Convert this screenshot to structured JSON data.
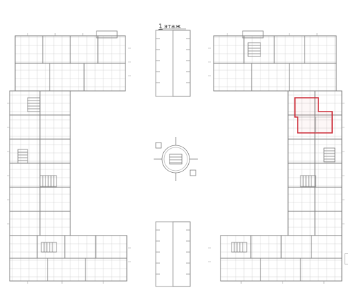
{
  "floor_label": {
    "number": "1",
    "title": "этаж"
  },
  "colors": {
    "line": "#7a7a7a",
    "line_light": "#b5b5b5",
    "highlight": "#cc2a36",
    "background": "#ffffff"
  },
  "selected_unit": {
    "name": "highlighted-apartment"
  }
}
